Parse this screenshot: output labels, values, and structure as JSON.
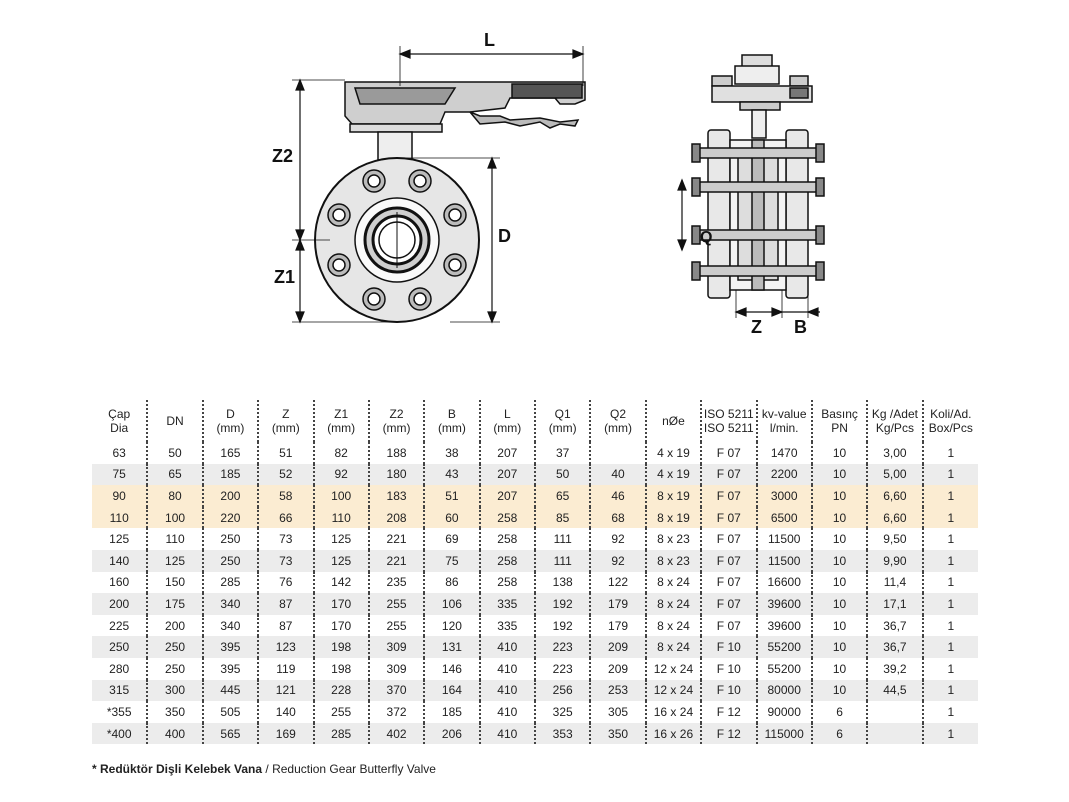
{
  "drawing": {
    "labels": {
      "L": "L",
      "Z2": "Z2",
      "Z1": "Z1",
      "D": "D",
      "Z": "Z",
      "B": "B",
      "Q": "Q"
    }
  },
  "table": {
    "columns": [
      "Çap\nDia",
      "DN",
      "D\n(mm)",
      "Z\n(mm)",
      "Z1\n(mm)",
      "Z2\n(mm)",
      "B\n(mm)",
      "L\n(mm)",
      "Q1\n(mm)",
      "Q2\n(mm)",
      "nØe",
      "ISO 5211\nISO 5211",
      "kv-value\nl/min.",
      "Basınç\nPN",
      "Kg /Adet\nKg/Pcs",
      "Koli/Ad.\nBox/Pcs"
    ],
    "rows": [
      [
        "63",
        "50",
        "165",
        "51",
        "82",
        "188",
        "38",
        "207",
        "37",
        "",
        "4 x 19",
        "F 07",
        "1470",
        "10",
        "3,00",
        "1"
      ],
      [
        "75",
        "65",
        "185",
        "52",
        "92",
        "180",
        "43",
        "207",
        "50",
        "40",
        "4 x 19",
        "F 07",
        "2200",
        "10",
        "5,00",
        "1"
      ],
      [
        "90",
        "80",
        "200",
        "58",
        "100",
        "183",
        "51",
        "207",
        "65",
        "46",
        "8 x 19",
        "F 07",
        "3000",
        "10",
        "6,60",
        "1"
      ],
      [
        "110",
        "100",
        "220",
        "66",
        "110",
        "208",
        "60",
        "258",
        "85",
        "68",
        "8 x 19",
        "F 07",
        "6500",
        "10",
        "6,60",
        "1"
      ],
      [
        "125",
        "110",
        "250",
        "73",
        "125",
        "221",
        "69",
        "258",
        "111",
        "92",
        "8 x 23",
        "F 07",
        "11500",
        "10",
        "9,50",
        "1"
      ],
      [
        "140",
        "125",
        "250",
        "73",
        "125",
        "221",
        "75",
        "258",
        "111",
        "92",
        "8 x 23",
        "F 07",
        "11500",
        "10",
        "9,90",
        "1"
      ],
      [
        "160",
        "150",
        "285",
        "76",
        "142",
        "235",
        "86",
        "258",
        "138",
        "122",
        "8 x 24",
        "F 07",
        "16600",
        "10",
        "11,4",
        "1"
      ],
      [
        "200",
        "175",
        "340",
        "87",
        "170",
        "255",
        "106",
        "335",
        "192",
        "179",
        "8 x 24",
        "F 07",
        "39600",
        "10",
        "17,1",
        "1"
      ],
      [
        "225",
        "200",
        "340",
        "87",
        "170",
        "255",
        "120",
        "335",
        "192",
        "179",
        "8 x 24",
        "F 07",
        "39600",
        "10",
        "36,7",
        "1"
      ],
      [
        "250",
        "250",
        "395",
        "123",
        "198",
        "309",
        "131",
        "410",
        "223",
        "209",
        "8 x 24",
        "F 10",
        "55200",
        "10",
        "36,7",
        "1"
      ],
      [
        "280",
        "250",
        "395",
        "119",
        "198",
        "309",
        "146",
        "410",
        "223",
        "209",
        "12 x 24",
        "F 10",
        "55200",
        "10",
        "39,2",
        "1"
      ],
      [
        "315",
        "300",
        "445",
        "121",
        "228",
        "370",
        "164",
        "410",
        "256",
        "253",
        "12 x 24",
        "F 10",
        "80000",
        "10",
        "44,5",
        "1"
      ],
      [
        "*355",
        "350",
        "505",
        "140",
        "255",
        "372",
        "185",
        "410",
        "325",
        "305",
        "16 x 24",
        "F 12",
        "90000",
        "6",
        "",
        "1"
      ],
      [
        "*400",
        "400",
        "565",
        "169",
        "285",
        "402",
        "206",
        "410",
        "353",
        "350",
        "16 x 26",
        "F 12",
        "115000",
        "6",
        "",
        "1"
      ]
    ],
    "highlighted_rows": [
      2,
      3
    ],
    "highlight_color": "#fbecd2",
    "stripe_color": "#ececec"
  },
  "footnote": {
    "bold": "* Redüktör Dişli Kelebek Vana",
    "normal": " / Reduction Gear Butterfly Valve"
  }
}
